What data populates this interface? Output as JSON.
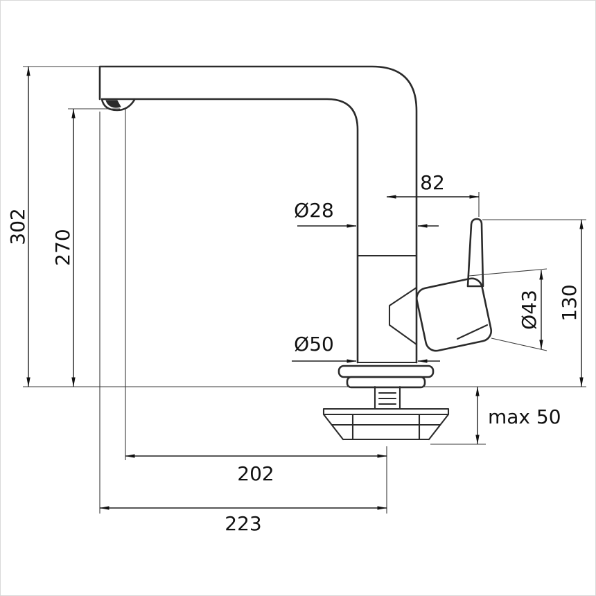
{
  "drawing": {
    "type": "technical-dimension-drawing",
    "subject": "single-lever kitchen mixer tap, side elevation",
    "background_color": "#ffffff",
    "line_color": "#2b2b2b",
    "dimension_color": "#111111",
    "units_implied": "mm",
    "dimensions": {
      "overall_height": "302",
      "spout_outlet_height": "270",
      "handle_horizontal_offset": "82",
      "spout_tube_diameter": "Ø28",
      "handle_body_diameter": "Ø43",
      "handle_total_height": "130",
      "base_diameter": "Ø50",
      "max_mounting_thickness": "max 50",
      "spout_reach": "202",
      "overall_reach": "223"
    }
  }
}
